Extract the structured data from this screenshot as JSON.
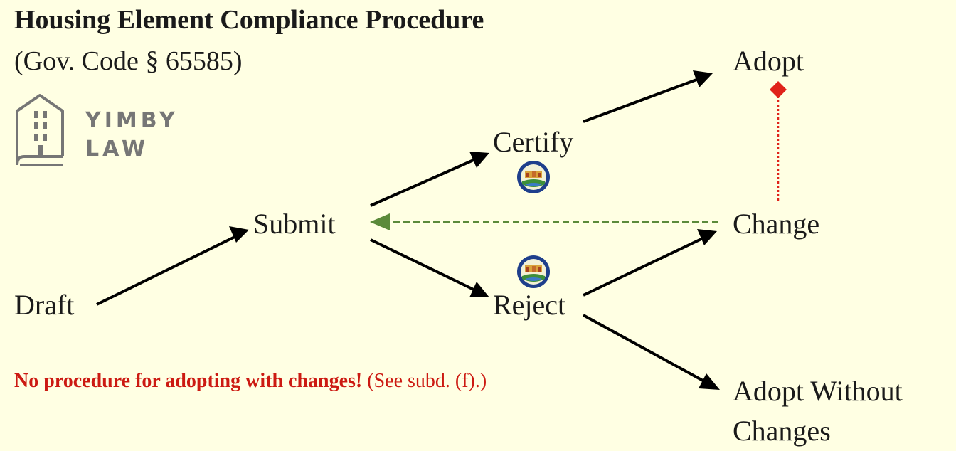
{
  "header": {
    "title": "Housing Element Compliance Procedure",
    "subtitle": "(Gov. Code § 65585)"
  },
  "logo": {
    "line1": "YIMBY",
    "line2": "LAW"
  },
  "nodes": {
    "draft": "Draft",
    "submit": "Submit",
    "certify": "Certify",
    "reject": "Reject",
    "adopt": "Adopt",
    "change": "Change",
    "adopt_without_line1": "Adopt Without",
    "adopt_without_line2": "Changes"
  },
  "note": {
    "bold": "No procedure for adopting with changes!",
    "rest": " (See subd. (f).)"
  },
  "colors": {
    "background": "#ffffe3",
    "arrow": "#000000",
    "dashed_return": "#5b8a3a",
    "dotted_adopt": "#e0231a",
    "note": "#cc1a12",
    "logo": "#767676"
  },
  "icons": {
    "seal": "state-seal-icon",
    "logo": "building-book-icon"
  }
}
